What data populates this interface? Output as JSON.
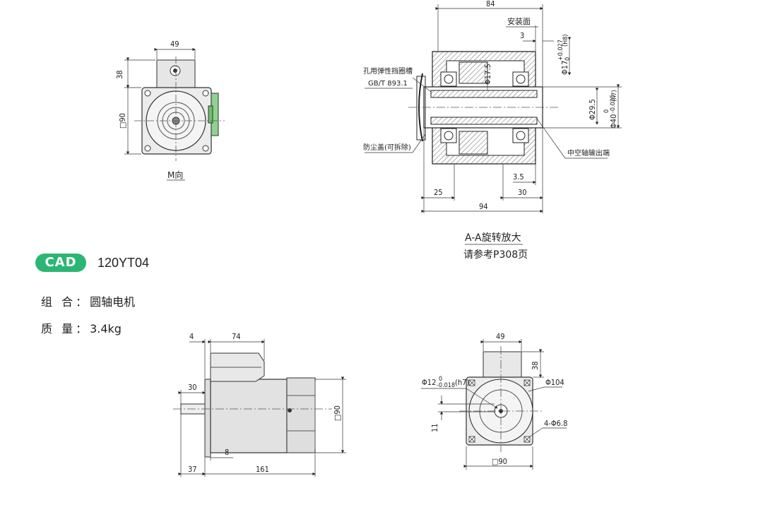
{
  "top_left_view": {
    "dim_width": "49",
    "dim_height_box": "38",
    "dim_square": "□90",
    "caption": "M向"
  },
  "section_view": {
    "dim_total_top": "84",
    "mount_face_label": "安装面",
    "dim_3": "3",
    "dim_bore_h8": "Φ17",
    "dim_bore_tol": "+0.027",
    "dim_bore_tol_low": "0",
    "dim_bore_fit": "(H8)",
    "dim_17_5": "Φ17.5",
    "dim_29_5": "Φ29.5",
    "dim_40_h7": "Φ40",
    "dim_40_tol_hi": "0",
    "dim_40_tol_lo": "-0.025",
    "dim_40_fit": "(h7)",
    "circlip_label_1": "孔用弹性挡圈槽",
    "circlip_label_2": "GB/T 893.1",
    "dust_cover_label": "防尘盖(可拆除)",
    "hollow_shaft_label": "中空轴输出端",
    "dim_3_5": "3.5",
    "dim_30": "30",
    "dim_25": "25",
    "dim_94": "94",
    "caption_1": "A-A旋转放大",
    "caption_2": "请参考P308页"
  },
  "cad_badge": "CAD",
  "model_name": "120YT04",
  "specs": {
    "combo_key": "组 合：",
    "combo_val": "圆轴电机",
    "mass_key": "质 量：",
    "mass_val": "3.4kg"
  },
  "side_view": {
    "dim_4": "4",
    "dim_74": "74",
    "dim_30": "30",
    "dim_square": "□90",
    "dim_8": "8",
    "dim_37": "37",
    "dim_161": "161"
  },
  "front_view": {
    "dim_49": "49",
    "dim_38": "38",
    "dim_shaft": "Φ12",
    "dim_shaft_tol_hi": "0",
    "dim_shaft_tol_lo": "-0.018",
    "dim_shaft_fit": "(h7)",
    "dim_104": "Φ104",
    "dim_11": "11",
    "dim_holes": "4-Φ6.8",
    "dim_square": "□90"
  }
}
